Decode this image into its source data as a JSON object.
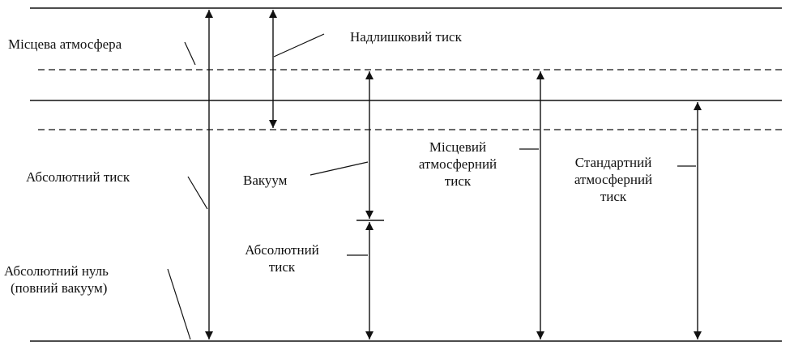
{
  "labels": {
    "local_atmosphere": "Місцева атмосфера",
    "gauge_pressure": "Надлишковий тиск",
    "absolute_pressure_left": "Абсолютний тиск",
    "vacuum": "Вакуум",
    "local_atm_pressure_l1": "Місцевий",
    "local_atm_pressure_l2": "атмосферний",
    "local_atm_pressure_l3": "тиск",
    "standard_atm_pressure_l1": "Стандартний",
    "standard_atm_pressure_l2": "атмосферний",
    "standard_atm_pressure_l3": "тиск",
    "absolute_pressure_mid_l1": "Абсолютний",
    "absolute_pressure_mid_l2": "тиск",
    "absolute_zero_l1": "Абсолютний нуль",
    "absolute_zero_l2": "(повний вакуум)"
  }
}
